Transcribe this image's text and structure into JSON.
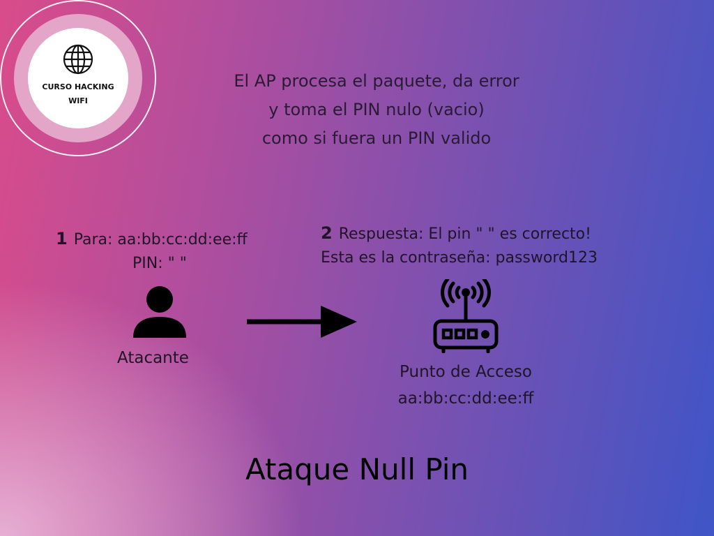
{
  "logo": {
    "text": "CURSO HACKING\nWIFI",
    "icon": "globe-icon"
  },
  "description": {
    "lines": [
      "El AP procesa el paquete, da error",
      "y toma el PIN nulo (vacio)",
      "como si fuera un PIN valido"
    ]
  },
  "step1": {
    "number": "1",
    "line1": "Para: aa:bb:cc:dd:ee:ff",
    "line2": "PIN: \" \""
  },
  "step2": {
    "number": "2",
    "line1": "Respuesta: El pin \" \" es correcto!",
    "line2": "Esta es la contraseña: password123"
  },
  "attacker": {
    "label": "Atacante",
    "icon": "person-icon"
  },
  "access_point": {
    "label": "Punto de Acceso",
    "mac": "aa:bb:cc:dd:ee:ff",
    "icon": "router-icon"
  },
  "title": "Ataque Null Pin",
  "colors": {
    "gradient_left": "#d94c8a",
    "gradient_right": "#3f55c6",
    "logo_ring": "#e4a6c8"
  }
}
